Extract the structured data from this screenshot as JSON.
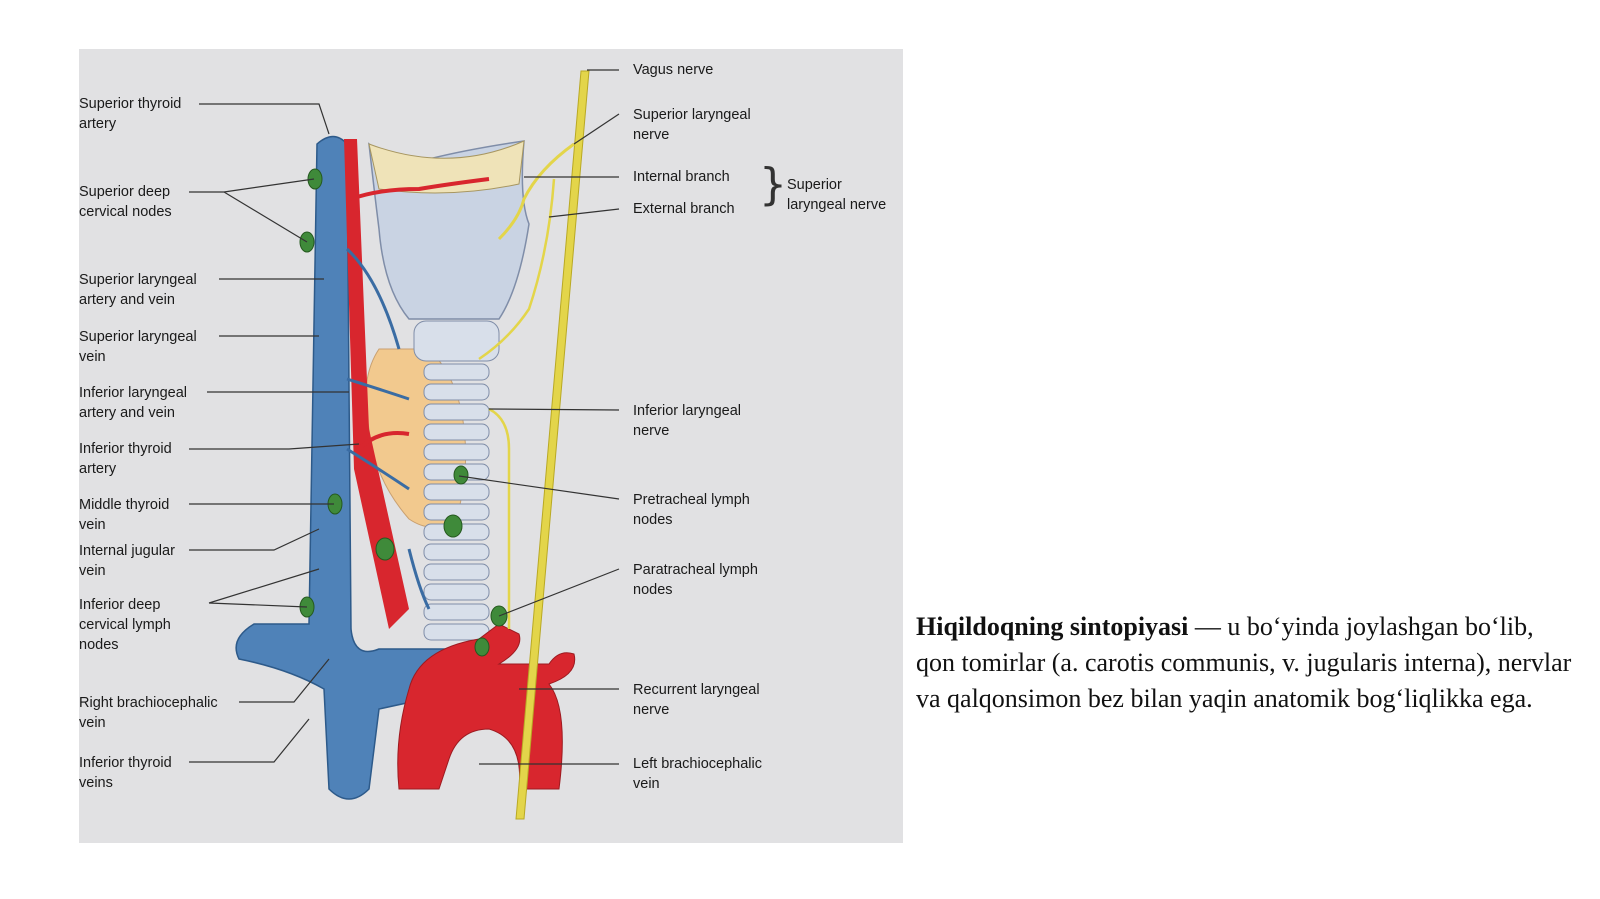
{
  "diagram": {
    "labels_left": [
      {
        "id": "superior-thyroid-artery",
        "lines": [
          "Superior thyroid",
          "artery"
        ]
      },
      {
        "id": "superior-deep-cervical-nodes",
        "lines": [
          "Superior deep",
          "cervical nodes"
        ]
      },
      {
        "id": "superior-laryngeal-artery-vein",
        "lines": [
          "Superior laryngeal",
          "artery and vein"
        ]
      },
      {
        "id": "superior-laryngeal-vein",
        "lines": [
          "Superior laryngeal",
          "vein"
        ]
      },
      {
        "id": "inferior-laryngeal-artery-vein",
        "lines": [
          "Inferior laryngeal",
          "artery and vein"
        ]
      },
      {
        "id": "inferior-thyroid-artery",
        "lines": [
          "Inferior thyroid",
          "artery"
        ]
      },
      {
        "id": "middle-thyroid-vein",
        "lines": [
          "Middle thyroid",
          "vein"
        ]
      },
      {
        "id": "internal-jugular-vein",
        "lines": [
          "Internal jugular",
          "vein"
        ]
      },
      {
        "id": "inferior-deep-cervical-lymph-nodes",
        "lines": [
          "Inferior deep",
          "cervical lymph",
          "nodes"
        ]
      },
      {
        "id": "right-brachiocephalic-vein",
        "lines": [
          "Right brachiocephalic",
          "vein"
        ]
      },
      {
        "id": "inferior-thyroid-veins",
        "lines": [
          "Inferior thyroid",
          "veins"
        ]
      }
    ],
    "labels_right": [
      {
        "id": "vagus-nerve",
        "lines": [
          "Vagus nerve"
        ]
      },
      {
        "id": "superior-laryngeal-nerve",
        "lines": [
          "Superior laryngeal",
          "nerve"
        ]
      },
      {
        "id": "internal-branch",
        "lines": [
          "Internal branch"
        ]
      },
      {
        "id": "external-branch",
        "lines": [
          "External branch"
        ]
      },
      {
        "id": "superior-laryngeal-nerve-group",
        "lines": [
          "Superior",
          "laryngeal nerve"
        ]
      },
      {
        "id": "inferior-laryngeal-nerve",
        "lines": [
          "Inferior laryngeal",
          "nerve"
        ]
      },
      {
        "id": "pretracheal-lymph-nodes",
        "lines": [
          "Pretracheal lymph",
          "nodes"
        ]
      },
      {
        "id": "paratracheal-lymph-nodes",
        "lines": [
          "Paratracheal lymph",
          "nodes"
        ]
      },
      {
        "id": "recurrent-laryngeal-nerve",
        "lines": [
          "Recurrent laryngeal",
          "nerve"
        ]
      },
      {
        "id": "left-brachiocephalic-vein",
        "lines": [
          "Left brachiocephalic",
          "vein"
        ]
      }
    ],
    "colors": {
      "vein": "#4f82b8",
      "artery": "#d8262e",
      "nerve": "#e3d54a",
      "thyroid": "#f2c98e",
      "cartilage": "#c9d3e3",
      "lymph_node": "#3f8a3a",
      "background": "#e1e1e3"
    }
  },
  "caption": {
    "title": "Hiqildoqning sintopiyasi",
    "text": " — u bo‘yinda joylashgan bo‘lib, qon tomirlar (a. carotis communis, v. jugularis interna), nervlar va qalqonsimon bez bilan yaqin anatomik bog‘liqlikka ega."
  }
}
